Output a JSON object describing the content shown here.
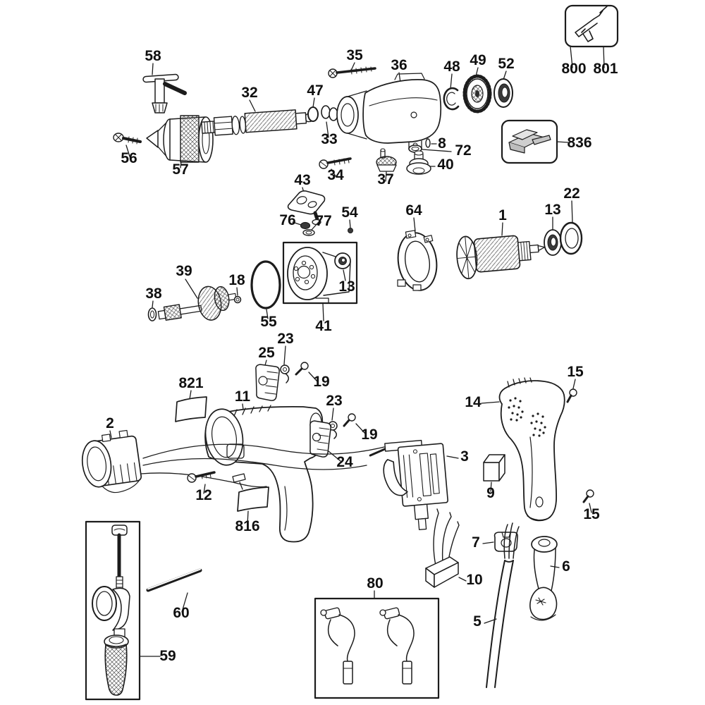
{
  "diagram": {
    "background": "#ffffff",
    "line_color": "#1c1c1c",
    "label_color": "#101010",
    "shade_gray": "#cfcfcf",
    "labels": {
      "l58": "58",
      "l35": "35",
      "l36": "36",
      "l48": "48",
      "l49": "49",
      "l52": "52",
      "l800": "800",
      "l801": "801",
      "l836": "836",
      "l56": "56",
      "l57": "57",
      "l32": "32",
      "l47": "47",
      "l33": "33",
      "l34": "34",
      "l37": "37",
      "l8": "8",
      "l72": "72",
      "l40": "40",
      "l43": "43",
      "l76": "76",
      "l77": "77",
      "l54": "54",
      "l64": "64",
      "l1": "1",
      "l13a": "13",
      "l13b": "13",
      "l22": "22",
      "l39": "39",
      "l18": "18",
      "l38": "38",
      "l55": "55",
      "l41": "41",
      "l25": "25",
      "l23a": "23",
      "l19a": "19",
      "l821": "821",
      "l11": "11",
      "l23b": "23",
      "l19b": "19",
      "l24": "24",
      "l2": "2",
      "l12": "12",
      "l816": "816",
      "l3": "3",
      "l9": "9",
      "l14": "14",
      "l15a": "15",
      "l15b": "15",
      "l7": "7",
      "l10": "10",
      "l6": "6",
      "l5": "5",
      "l80": "80",
      "l60": "60",
      "l59": "59"
    }
  }
}
